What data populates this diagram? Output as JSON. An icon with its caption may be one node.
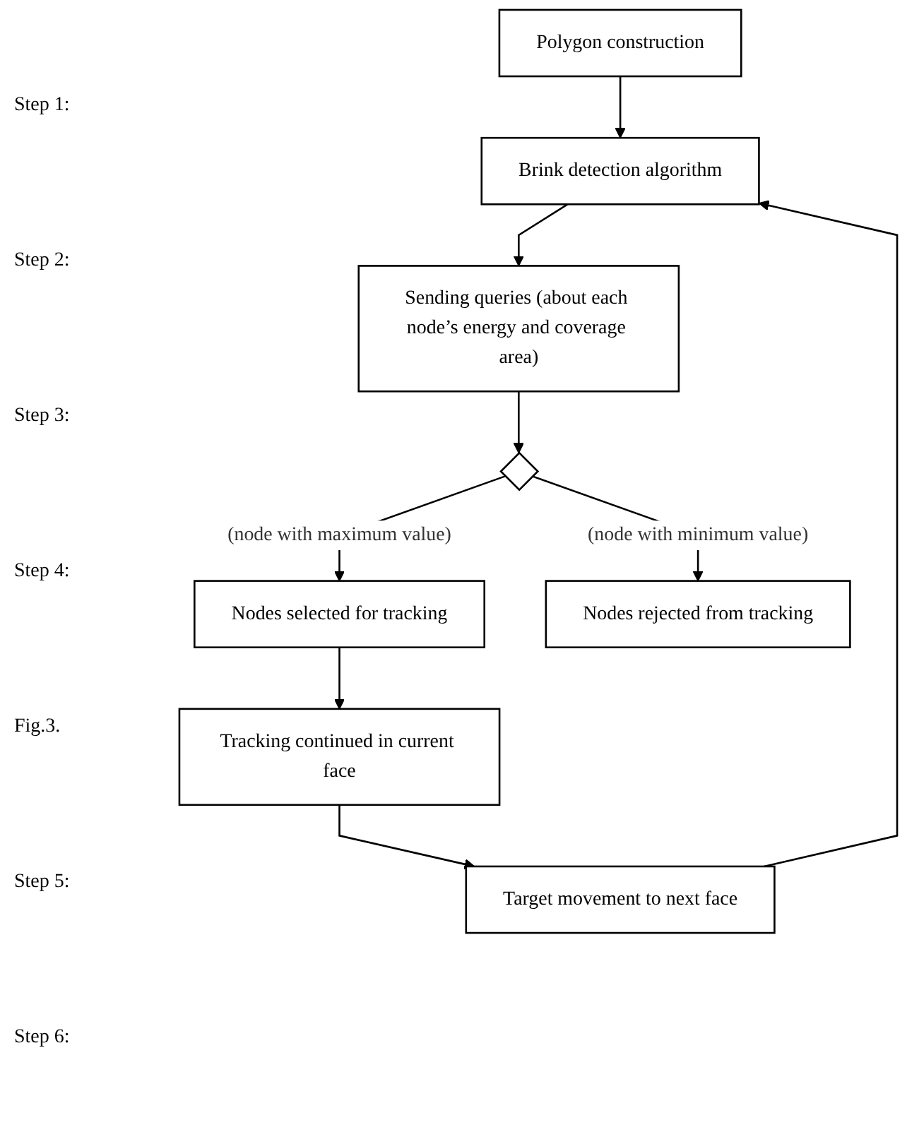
{
  "diagram": {
    "nodes": [
      {
        "text": [
          "Polygon construction"
        ]
      },
      {
        "text": [
          "Brink detection algorithm"
        ]
      },
      {
        "text": [
          "Sending queries (about each node’s energy and coverage area)"
        ]
      },
      {
        "text": [],
        "shape": "diamond"
      },
      {
        "text": [
          "Nodes selected for tracking"
        ]
      },
      {
        "text": [
          "Nodes rejected from tracking"
        ]
      },
      {
        "text": [
          "Tracking continued in current face"
        ]
      },
      {
        "text": [
          "Target movement to next face"
        ]
      }
    ],
    "edges": [
      {
        "from": 0,
        "to": 1,
        "arrow": "to"
      },
      {
        "from": 1,
        "to": 2,
        "arrow": "to"
      },
      {
        "from": 2,
        "to": 3,
        "arrow": "to"
      },
      {
        "from": 3,
        "to": 4,
        "arrow": "to",
        "label": "(node with maximum value)"
      },
      {
        "from": 3,
        "to": 5,
        "arrow": "to",
        "label": "(node with minimum value)"
      },
      {
        "from": 4,
        "to": 6,
        "arrow": "to"
      },
      {
        "from": 6,
        "to": 7,
        "arrow": "to"
      },
      {
        "from": 7,
        "to": 1,
        "arrow": "to"
      }
    ],
    "labels": [
      "Step 1:",
      "Step 2:",
      "Step 3:",
      "Step 4:",
      "Fig.3.",
      "Step 5:",
      "Step 6:"
    ]
  }
}
